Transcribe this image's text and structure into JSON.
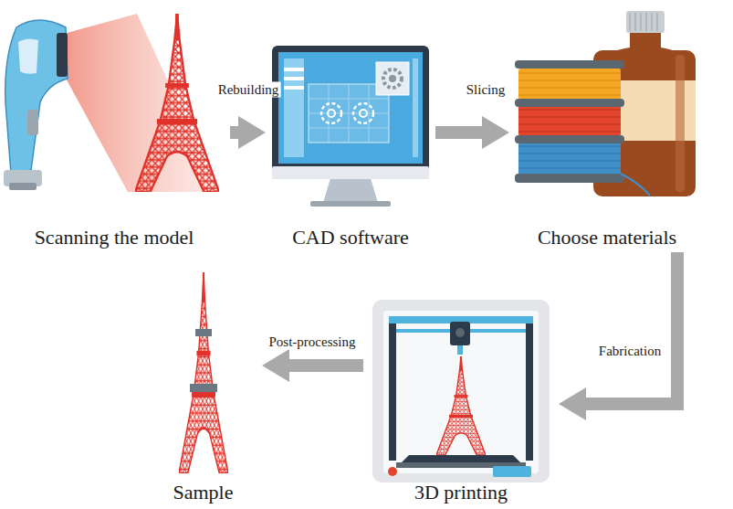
{
  "diagram": {
    "nodes": [
      {
        "text": [
          "Scanning the model"
        ]
      },
      {
        "text": [
          "CAD software"
        ]
      },
      {
        "text": [
          "Choose materials"
        ]
      },
      {
        "text": [
          "Sample"
        ]
      },
      {
        "text": [
          "3D printing"
        ]
      }
    ],
    "edges": [
      {
        "from": 0,
        "to": 1,
        "label": "Rebuilding",
        "arrow": "to"
      },
      {
        "from": 1,
        "to": 2,
        "label": "Slicing",
        "arrow": "to"
      },
      {
        "from": 2,
        "to": 4,
        "label": "Fabrication",
        "arrow": "to"
      },
      {
        "from": 4,
        "to": 3,
        "label": "Post-processing",
        "arrow": "to"
      }
    ]
  }
}
